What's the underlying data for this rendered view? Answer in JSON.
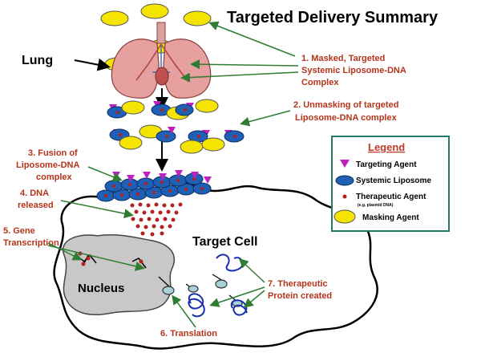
{
  "title": "Targeted Delivery Summary",
  "lung_label": "Lung",
  "steps": {
    "s1": [
      "1.  Masked, Targeted",
      "Systemic Liposome-DNA",
      "Complex"
    ],
    "s2": [
      "2. Unmasking of targeted",
      "Liposome-DNA complex"
    ],
    "s3": [
      "3.  Fusion of",
      "Liposome-DNA",
      "complex"
    ],
    "s4": [
      "4.  DNA",
      "released"
    ],
    "s5": [
      "5. Gene",
      "Transcription"
    ],
    "s6": [
      "6. Translation"
    ],
    "s7": [
      "7. Therapeutic",
      "Protein created"
    ]
  },
  "target_cell_label": "Target Cell",
  "nucleus_label": "Nucleus",
  "legend": {
    "title": "Legend",
    "items": [
      "Targeting Agent",
      "Systemic Liposome",
      "Therapeutic Agent",
      "Masking Agent"
    ],
    "therapeutic_note": "(e.g. plasmid DNA)"
  },
  "colors": {
    "step_text": "#b5341b",
    "arrow_green": "#2e7d32",
    "legend_border": "#1f7a6a",
    "legend_title": "#c0392b",
    "masking": "#f5e400",
    "liposome": "#1f5fb4",
    "targeting": "#c020c0",
    "therapeutic": "#b22222",
    "nucleus": "#c8c8c8"
  }
}
